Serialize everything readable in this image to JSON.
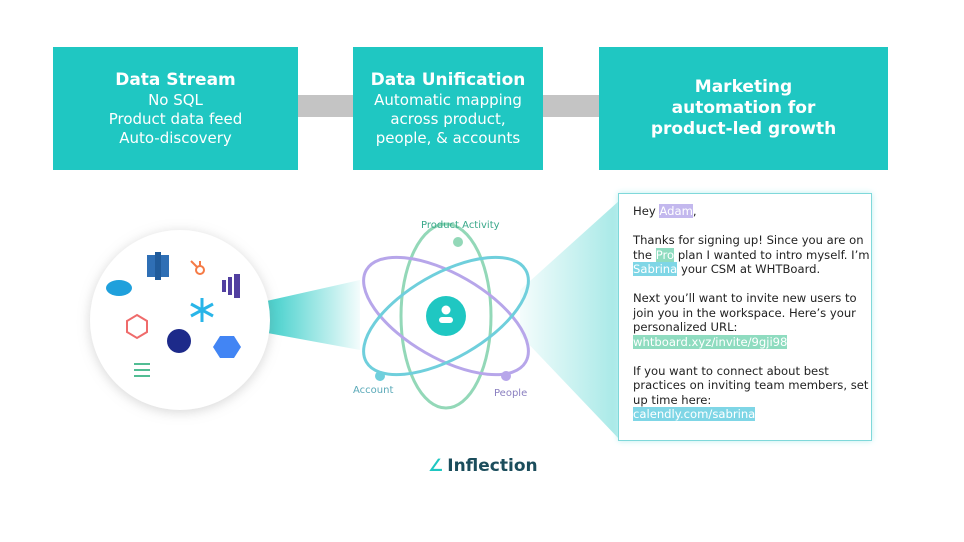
{
  "stages": [
    {
      "title": "Data Stream",
      "lines": [
        "No SQL",
        "Product data feed",
        "Auto-discovery"
      ]
    },
    {
      "title": "Data Unification",
      "lines": [
        "Automatic mapping",
        "across product,",
        "people, & accounts"
      ]
    },
    {
      "title": "Marketing automation for product-led growth",
      "lines": []
    }
  ],
  "sources": [
    "salesforce-icon",
    "redshift-icon",
    "hubspot-icon",
    "mixpanel-icon",
    "snowflake-icon",
    "segment-box-icon",
    "amplitude-icon",
    "bigquery-icon",
    "segment-icon"
  ],
  "atom": {
    "top": "Product Activity",
    "left": "Account",
    "right": "People"
  },
  "brand": "Inflection",
  "email": {
    "greeting": "Hey",
    "name": "Adam",
    "comma": ",",
    "p1a": "Thanks for signing up! Since you are on the",
    "plan": "Pro",
    "p1b": "plan I wanted to intro myself. I’m",
    "csm": "Sabrina",
    "p1c": "your CSM at WHTBoard.",
    "p2": "Next you’ll want to invite new users to join you in the workspace. Here’s your personalized URL:",
    "url": "whtboard.xyz/invite/9gji98",
    "p3": "If you want to connect about best practices on inviting team members, set up time here:",
    "cal": "calendly.com/sabrina"
  },
  "colors": {
    "teal": "#1fc7c2",
    "purple": "#b7a6ea",
    "green": "#93d8b8"
  }
}
